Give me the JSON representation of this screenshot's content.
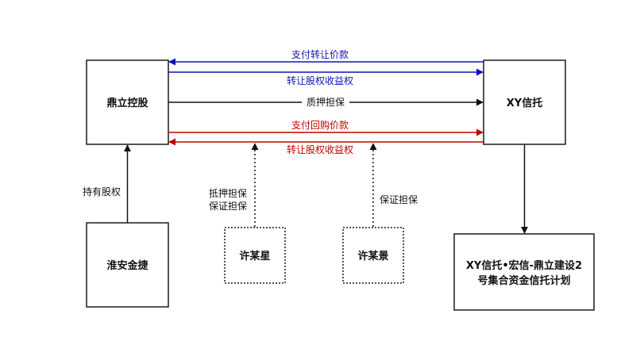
{
  "nodes": {
    "dingli": "鼎立控股",
    "xy": "XY信托",
    "huaian": "淮安金捷",
    "xumouxing": "许某星",
    "xumoujing": "许某景",
    "plan_line1": "XY信托•宏信-鼎立建设2",
    "plan_line2": "号集合资金信托计划"
  },
  "edges": {
    "pay_transfer": "支付转让价款",
    "transfer_rights_1": "转让股权收益权",
    "pledge": "质押担保",
    "pay_buyback": "支付回购价款",
    "transfer_rights_2": "转让股权收益权",
    "hold_equity": "持有股权",
    "mortgage_line1": "抵押担保",
    "mortgage_line2": "保证担保",
    "guarantee": "保证担保"
  },
  "colors": {
    "blue": "#1010b8",
    "red": "#c00000",
    "black": "#111111"
  }
}
